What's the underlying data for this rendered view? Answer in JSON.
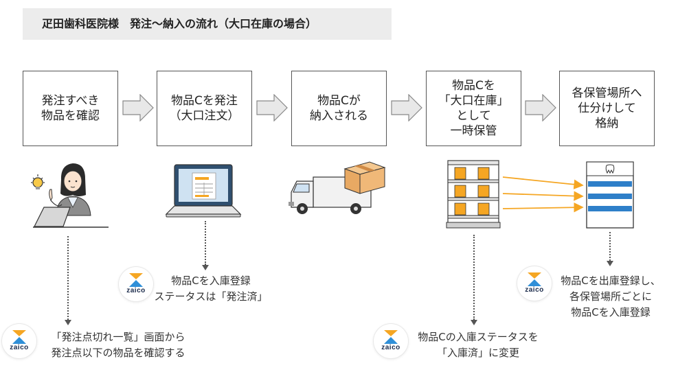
{
  "title": "疋田歯科医院様　発注〜納入の流れ（大口在庫の場合）",
  "steps": [
    {
      "label": "発注すべき\n物品を確認"
    },
    {
      "label": "物品Cを発注\n（大口注文）"
    },
    {
      "label": "物品Cが\n納入される"
    },
    {
      "label": "物品Cを\n「大口在庫」\nとして\n一時保管"
    },
    {
      "label": "各保管場所へ\n仕分けして\n格納"
    }
  ],
  "logo_text": "zaico",
  "notes": {
    "note1": {
      "line1": "「発注点切れ一覧」画面から",
      "line2": "発注点以下の物品を確認する"
    },
    "note2": {
      "line1": "物品Cを入庫登録",
      "line2": "ステータスは「発注済」"
    },
    "note3": {
      "line1": "物品Cの入庫ステータスを",
      "line2": "「入庫済」に変更"
    },
    "note4": {
      "line1": "物品Cを出庫登録し、",
      "line2": "各保管場所ごとに",
      "line3": "物品Cを入庫登録"
    }
  },
  "colors": {
    "accent_orange": "#f5a623",
    "accent_blue": "#2e7fc9",
    "logo_orange": "#f5a623",
    "logo_blue": "#2f8fd8"
  }
}
